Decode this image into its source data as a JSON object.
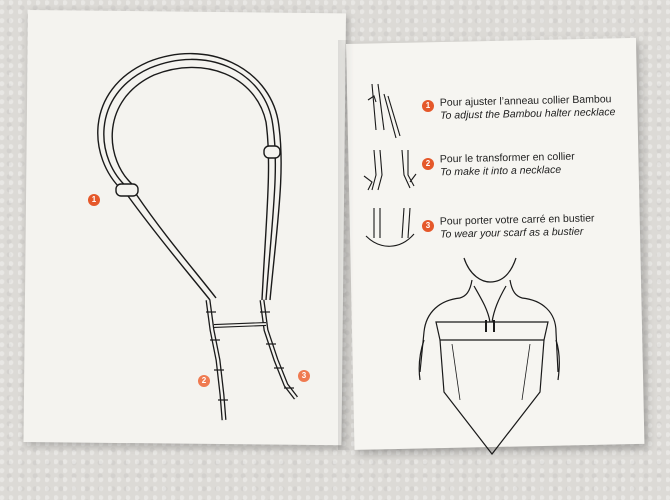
{
  "badges": {
    "one": "1",
    "two": "2",
    "three": "3"
  },
  "steps": [
    {
      "number": "1",
      "fr": "Pour ajuster l’anneau collier Bambou",
      "en": "To adjust the Bambou halter necklace"
    },
    {
      "number": "2",
      "fr": "Pour le transformer en collier",
      "en": "To make it into a necklace"
    },
    {
      "number": "3",
      "fr": "Pour porter votre carré en bustier",
      "en": "To wear your scarf as a bustier"
    }
  ],
  "colors": {
    "accent": "#e5582a",
    "paper": "#f4f3ef",
    "ink": "#222222"
  }
}
